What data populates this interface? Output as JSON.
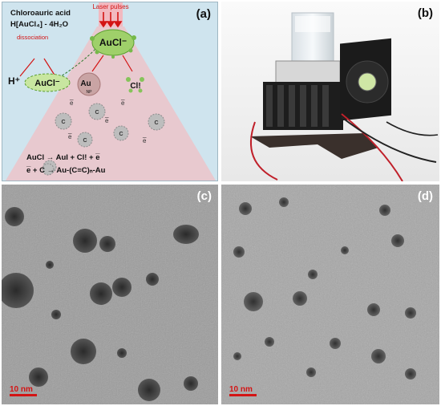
{
  "panels": {
    "a": {
      "label": "(a)",
      "laser": "Laser pulses",
      "acid_name": "Chloroauric acid",
      "acid_formula": "H[AuCl₄] - 4H₂O",
      "dissociation": "dissociation",
      "h_plus": "H⁺",
      "aucl_left": "AuCl⁻",
      "aucl_top": "AuCl⁻",
      "au": "Au",
      "au_sup": "NP",
      "cl": "Cl!",
      "c": "C",
      "e": "e̅",
      "eq1": "AuCl → AuI + Cl! + e̅",
      "eq2": "e̅ + C → Au-(C≡C)ₙ-Au"
    },
    "b": {
      "label": "(b)"
    },
    "c": {
      "label": "(c)",
      "scale": "10 nm"
    },
    "d": {
      "label": "(d)",
      "scale": "10 nm"
    }
  }
}
